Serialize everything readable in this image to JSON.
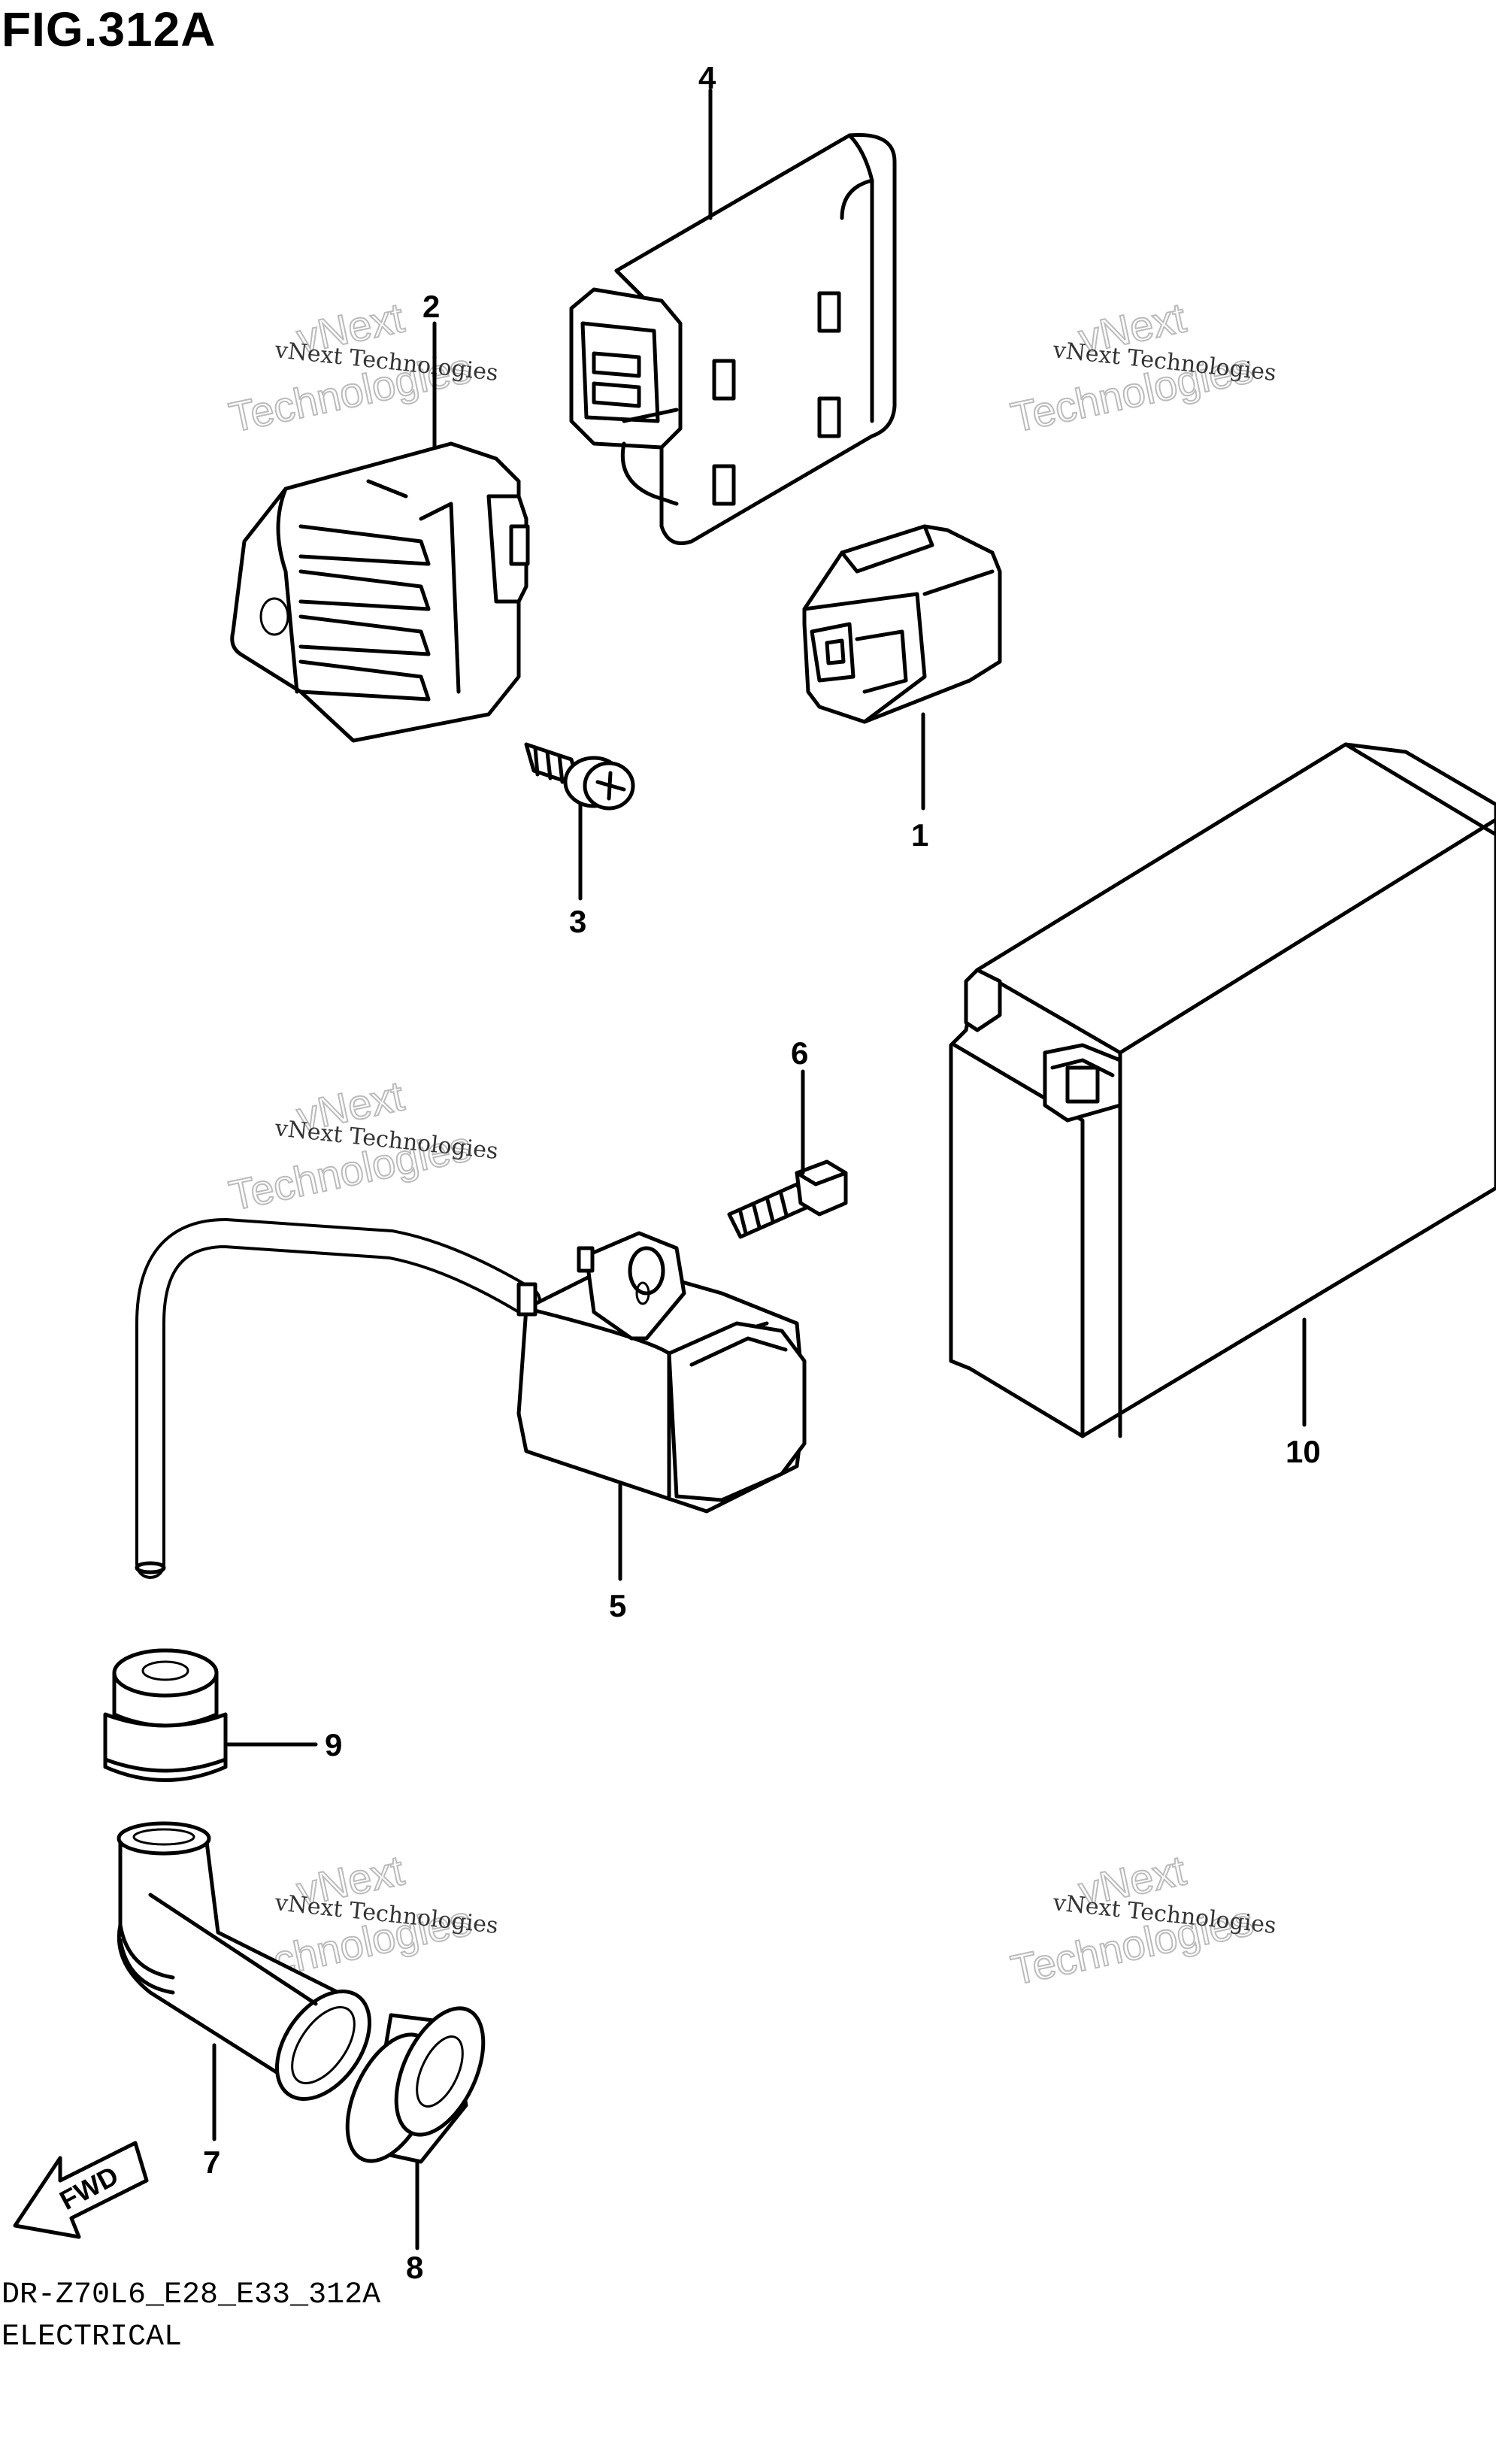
{
  "figure": {
    "title": "FIG.312A",
    "code": "DR-Z70L6_E28_E33_312A",
    "section": "ELECTRICAL"
  },
  "callouts": [
    "1",
    "2",
    "3",
    "4",
    "5",
    "6",
    "7",
    "8",
    "9",
    "10"
  ],
  "watermark": {
    "line1": "vNext Technologies",
    "line2": "vNext",
    "line3": "Technologies"
  },
  "fwd_label": "FWD"
}
